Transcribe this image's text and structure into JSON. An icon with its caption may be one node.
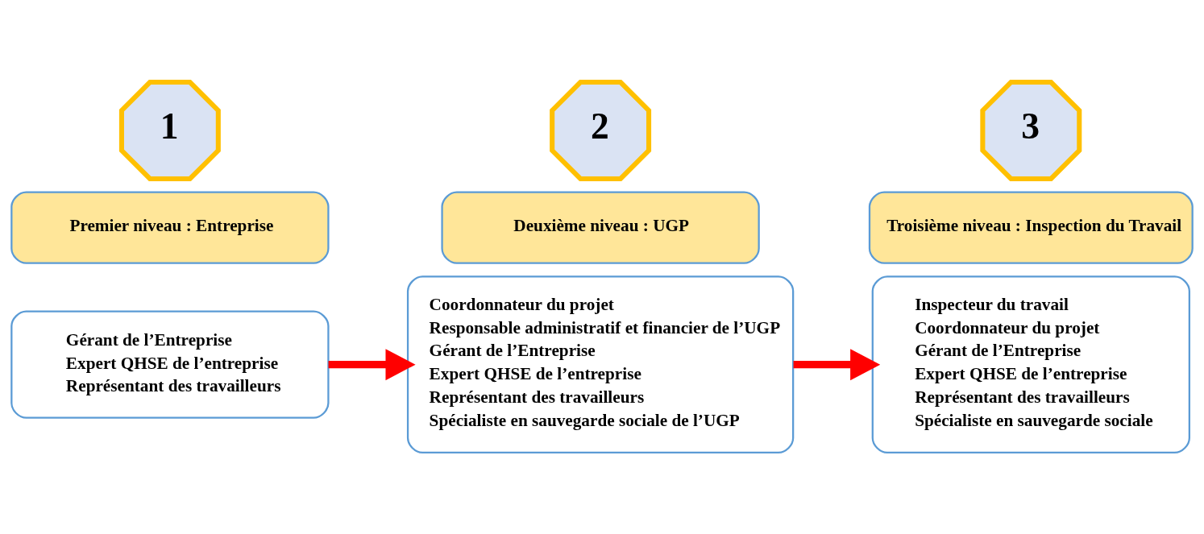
{
  "diagram": {
    "nodes": [
      {
        "text": [
          "1"
        ]
      },
      {
        "text": [
          "Premier niveau : Entreprise"
        ]
      },
      {
        "text": [
          "Gérant de l’Entreprise",
          "Expert QHSE de l’entreprise",
          "Représentant des travailleurs"
        ]
      },
      {
        "text": [
          "2"
        ]
      },
      {
        "text": [
          "Deuxième niveau : UGP"
        ]
      },
      {
        "text": [
          "Coordonnateur du projet",
          "Responsable administratif et financier de l’UGP",
          "Gérant de l’Entreprise",
          "Expert QHSE de l’entreprise",
          "Représentant des travailleurs",
          "Spécialiste en sauvegarde sociale de l’UGP"
        ]
      },
      {
        "text": [
          "3"
        ]
      },
      {
        "text": [
          "Troisième niveau : Inspection du Travail"
        ]
      },
      {
        "text": [
          "Inspecteur du travail",
          "Coordonnateur du projet",
          "Gérant de l’Entreprise",
          "Expert QHSE de l’entreprise",
          "Représentant des travailleurs",
          "Spécialiste en sauvegarde sociale"
        ]
      }
    ],
    "edges": [
      {
        "from": 2,
        "to": 5,
        "arrow": "to"
      },
      {
        "from": 5,
        "to": 8,
        "arrow": "to"
      }
    ]
  }
}
